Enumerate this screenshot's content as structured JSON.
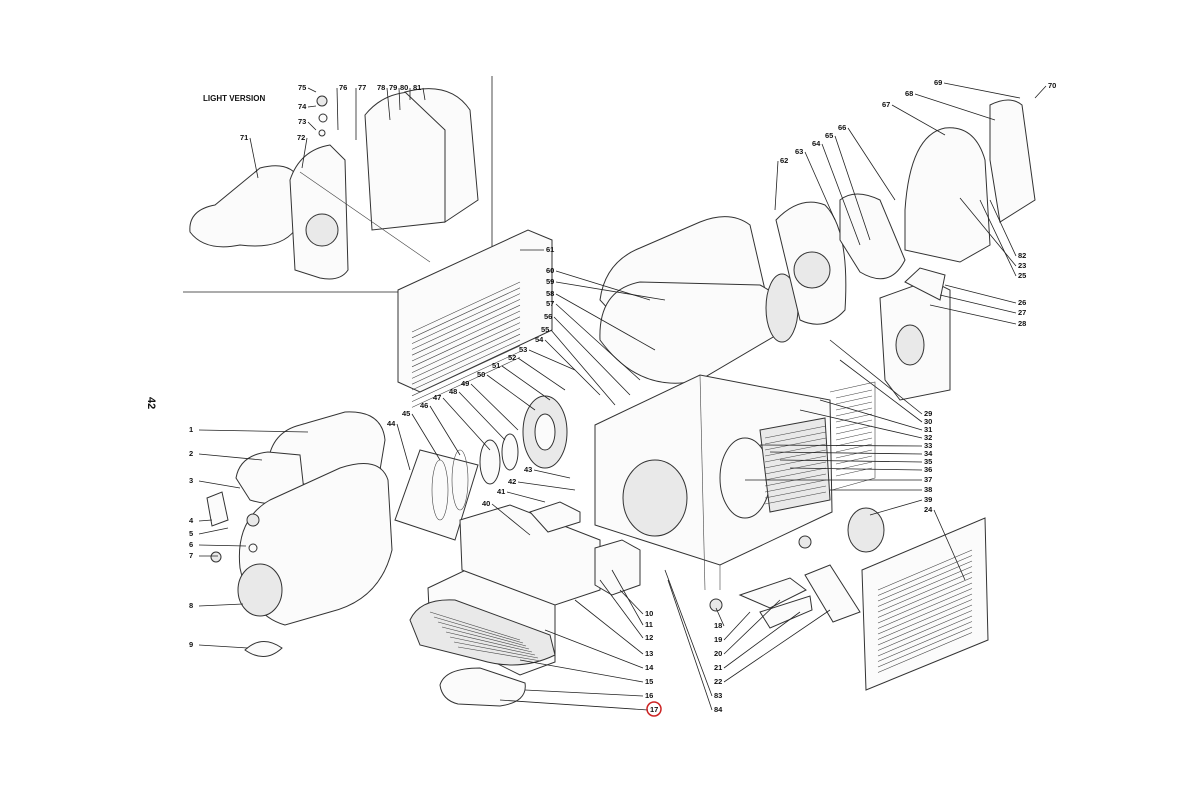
{
  "diagram": {
    "inset_title": "LIGHT VERSION",
    "page_number": "42",
    "highlight_color": "#cc2222",
    "highlighted_callout": "17",
    "callouts": [
      "1",
      "2",
      "3",
      "4",
      "5",
      "6",
      "7",
      "8",
      "9",
      "10",
      "11",
      "12",
      "13",
      "14",
      "15",
      "16",
      "17",
      "18",
      "19",
      "20",
      "21",
      "22",
      "23",
      "24",
      "25",
      "26",
      "27",
      "28",
      "29",
      "30",
      "31",
      "32",
      "33",
      "34",
      "35",
      "36",
      "37",
      "38",
      "39",
      "40",
      "41",
      "42",
      "43",
      "44",
      "45",
      "46",
      "47",
      "48",
      "49",
      "50",
      "51",
      "52",
      "53",
      "54",
      "55",
      "56",
      "57",
      "58",
      "59",
      "60",
      "61",
      "62",
      "63",
      "64",
      "65",
      "66",
      "67",
      "68",
      "69",
      "70",
      "71",
      "72",
      "73",
      "74",
      "75",
      "76",
      "77",
      "78",
      "79",
      "80",
      "81",
      "82",
      "83",
      "84"
    ]
  }
}
